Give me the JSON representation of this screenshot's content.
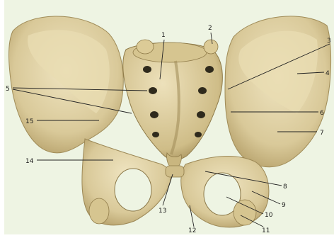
{
  "figure": {
    "labels": [
      {
        "id": "1",
        "text": "1"
      },
      {
        "id": "2",
        "text": "2"
      },
      {
        "id": "3",
        "text": "3"
      },
      {
        "id": "4",
        "text": "4"
      },
      {
        "id": "5",
        "text": "5"
      },
      {
        "id": "6",
        "text": "6"
      },
      {
        "id": "7",
        "text": "7"
      },
      {
        "id": "8",
        "text": "8"
      },
      {
        "id": "9",
        "text": "9"
      },
      {
        "id": "10",
        "text": "10"
      },
      {
        "id": "11",
        "text": "11"
      },
      {
        "id": "12",
        "text": "12"
      },
      {
        "id": "13",
        "text": "13"
      },
      {
        "id": "14",
        "text": "14"
      },
      {
        "id": "15",
        "text": "15"
      }
    ]
  },
  "colors": {
    "background": "#eef4e3",
    "bone_light": "#e4d7ad",
    "bone_mid": "#cdbb86",
    "bone_shadow": "#9e8c5c",
    "foramen": "#2f2a1c",
    "leader": "#222222"
  }
}
